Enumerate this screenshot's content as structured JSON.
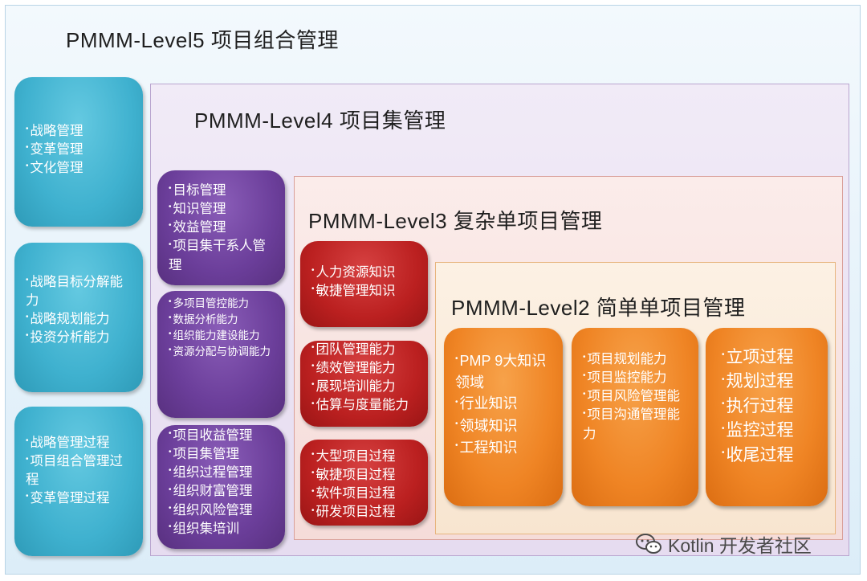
{
  "level5": {
    "title": "PMMM-Level5 项目组合管理",
    "boxes": [
      {
        "items": [
          "战略管理",
          "变革管理",
          "文化管理"
        ]
      },
      {
        "items": [
          "战略目标分解能力",
          "战略规划能力",
          "投资分析能力"
        ]
      },
      {
        "items": [
          "战略管理过程",
          "项目组合管理过程",
          "变革管理过程"
        ]
      }
    ]
  },
  "level4": {
    "title": "PMMM-Level4 项目集管理",
    "boxes": [
      {
        "items": [
          "目标管理",
          "知识管理",
          "效益管理",
          "项目集干系人管理"
        ]
      },
      {
        "items": [
          "多项目管控能力",
          "数据分析能力",
          "组织能力建设能力",
          "资源分配与协调能力"
        ]
      },
      {
        "items": [
          "项目收益管理",
          "项目集管理",
          "组织过程管理",
          "组织财富管理",
          "组织风险管理",
          "组织集培训"
        ]
      }
    ]
  },
  "level3": {
    "title": "PMMM-Level3 复杂单项目管理",
    "boxes": [
      {
        "items": [
          "人力资源知识",
          "敏捷管理知识"
        ]
      },
      {
        "items": [
          "团队管理能力",
          "绩效管理能力",
          "展现培训能力",
          "估算与度量能力"
        ]
      },
      {
        "items": [
          "大型项目过程",
          "敏捷项目过程",
          "软件项目过程",
          "研发项目过程"
        ]
      }
    ]
  },
  "level2": {
    "title": "PMMM-Level2 简单单项目管理",
    "boxes": [
      {
        "items": [
          "PMP 9大知识领域",
          "行业知识",
          "领域知识",
          "工程知识"
        ]
      },
      {
        "items": [
          "项目规划能力",
          "项目监控能力",
          "项目风险管理能",
          "项目沟通管理能力"
        ]
      },
      {
        "items": [
          "立项过程",
          "规划过程",
          "执行过程",
          "监控过程",
          "收尾过程"
        ]
      }
    ]
  },
  "watermark": {
    "text": "Kotlin 开发者社区",
    "icon": "wechat-icon"
  },
  "colors": {
    "teal": "#3fb1cf",
    "purple": "#6b3e9a",
    "red": "#bb2020",
    "orange": "#ef8424"
  }
}
